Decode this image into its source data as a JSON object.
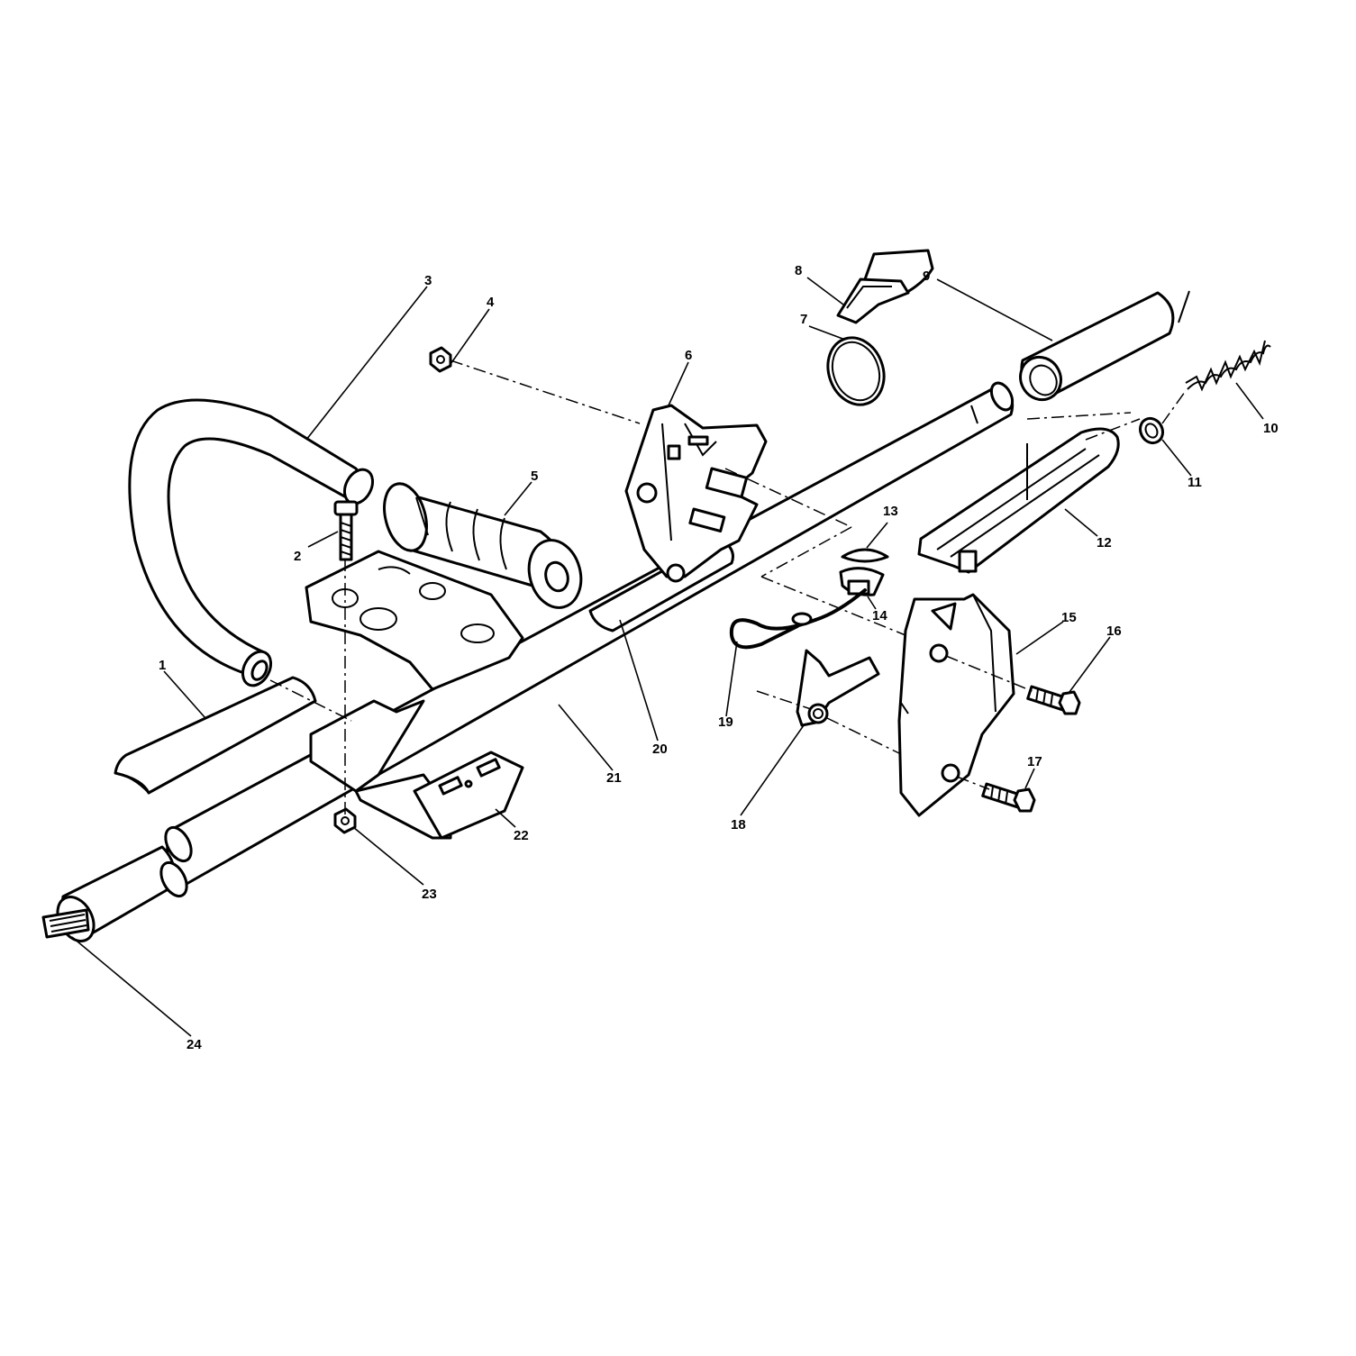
{
  "diagram": {
    "colors": {
      "line": "#000000",
      "background": "#ffffff"
    },
    "callouts": [
      {
        "id": "1",
        "text": "1"
      },
      {
        "id": "2",
        "text": "2"
      },
      {
        "id": "3",
        "text": "3"
      },
      {
        "id": "4",
        "text": "4"
      },
      {
        "id": "5",
        "text": "5"
      },
      {
        "id": "6",
        "text": "6"
      },
      {
        "id": "7",
        "text": "7"
      },
      {
        "id": "8",
        "text": "8"
      },
      {
        "id": "9",
        "text": "9"
      },
      {
        "id": "10",
        "text": "10"
      },
      {
        "id": "11",
        "text": "11"
      },
      {
        "id": "12",
        "text": "12"
      },
      {
        "id": "13",
        "text": "13"
      },
      {
        "id": "14",
        "text": "14"
      },
      {
        "id": "15",
        "text": "15"
      },
      {
        "id": "16",
        "text": "16"
      },
      {
        "id": "17",
        "text": "17"
      },
      {
        "id": "18",
        "text": "18"
      },
      {
        "id": "19",
        "text": "19"
      },
      {
        "id": "20",
        "text": "20"
      },
      {
        "id": "21",
        "text": "21"
      },
      {
        "id": "22",
        "text": "22"
      },
      {
        "id": "23",
        "text": "23"
      },
      {
        "id": "24",
        "text": "24"
      }
    ]
  }
}
